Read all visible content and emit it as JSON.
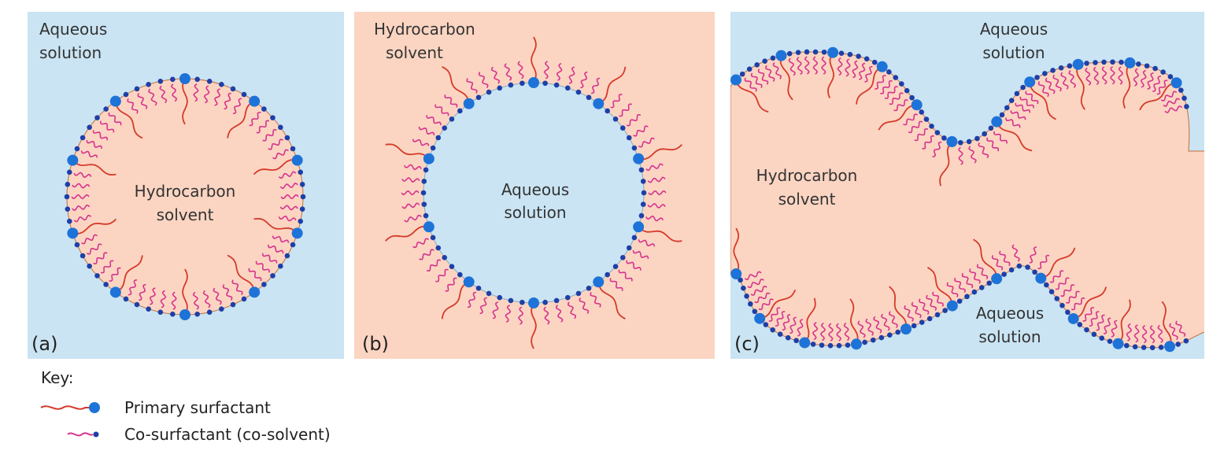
{
  "panels": [
    {
      "id": "a",
      "letter": "(a)",
      "inside_label": [
        "Hydrocarbon",
        "solvent"
      ],
      "outside_label": [
        "Aqueous",
        "solution"
      ],
      "inside_color": "#fbd5c2",
      "outside_color": "#cae4f3"
    },
    {
      "id": "b",
      "letter": "(b)",
      "inside_label": [
        "Aqueous",
        "solution"
      ],
      "outside_label": [
        "Hydrocarbon",
        "solvent"
      ],
      "inside_color": "#cae4f3",
      "outside_color": "#fbd5c2"
    },
    {
      "id": "c",
      "letter": "(c)",
      "upper_label": [
        "Aqueous",
        "solution"
      ],
      "middle_label": [
        "Hydrocarbon",
        "solvent"
      ],
      "lower_label": [
        "Aqueous",
        "solution"
      ],
      "oil_color": "#fbd5c2",
      "water_color": "#cae4f3"
    }
  ],
  "key": {
    "title": "Key:",
    "primary": {
      "label": "Primary surfactant",
      "tail_color": "#d63a2a",
      "head_color": "#1e73d8",
      "icon": "wavy-tail-with-large-head"
    },
    "cosurf": {
      "label": "Co-surfactant (co-solvent)",
      "tail_color": "#d6348e",
      "head_color": "#1d3fa8",
      "icon": "wavy-tail-with-small-head"
    }
  }
}
